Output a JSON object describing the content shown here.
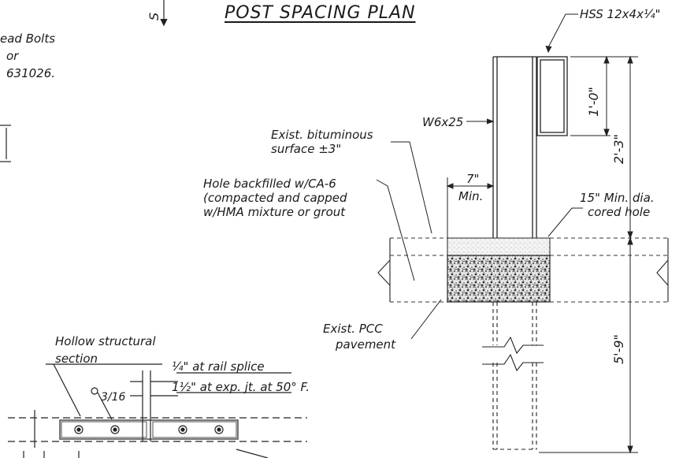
{
  "title": "POST SPACING PLAN",
  "top_left_fragment": "S",
  "left_note": [
    "ead Bolts",
    "or",
    "631026."
  ],
  "labels": {
    "hss": "HSS 12x4x¼\"",
    "w6x25": "W6x25",
    "exist_bituminous": [
      "Exist. bituminous",
      "surface ±3\""
    ],
    "hole_backfilled": [
      "Hole backfilled w/CA-6",
      "(compacted and capped",
      "w/HMA mixture or grout"
    ],
    "seven_min": [
      "7\"",
      "Min."
    ],
    "cored_hole": [
      "15\" Min. dia.",
      "cored hole"
    ],
    "exist_pcc": [
      "Exist. PCC",
      "pavement"
    ],
    "hollow_structural": [
      "Hollow structural",
      "section"
    ],
    "rail_splice": "¼\" at rail splice",
    "exp_jt": "1½\" at exp. jt. at 50° F.",
    "weld": "3/16"
  },
  "dimensions": {
    "one_ft": "1'-0\"",
    "two_three": "2'-3\"",
    "five_nine": "5'-9\""
  }
}
